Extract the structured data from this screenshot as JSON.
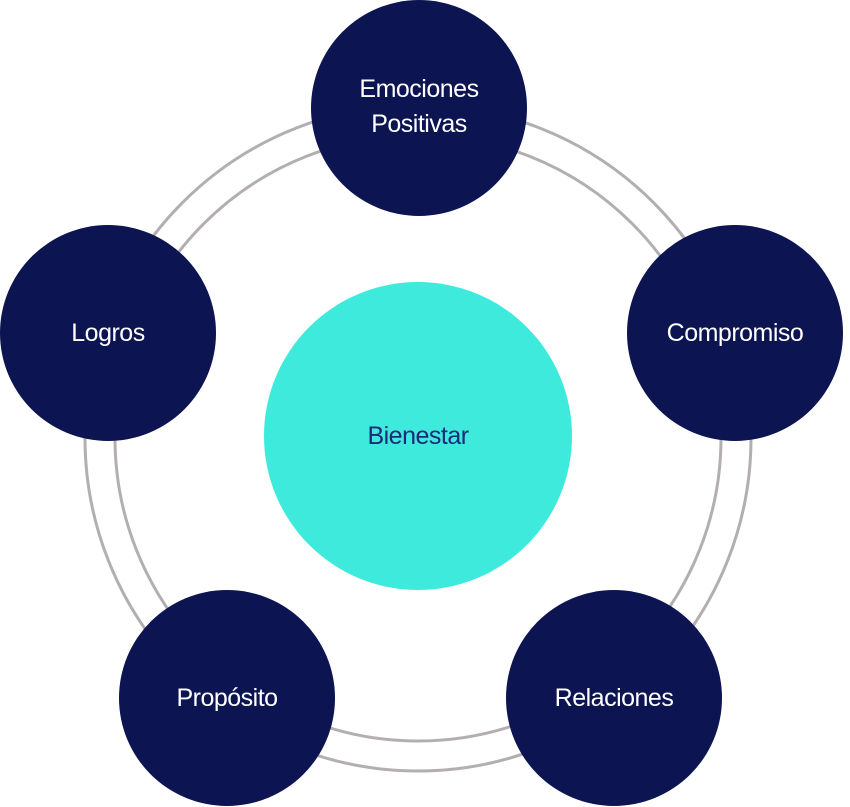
{
  "colors": {
    "node_fill": "#0c1452",
    "center_fill": "#3eeadc",
    "center_text": "#1d2a7a",
    "ring_stroke": "#b3aeb2"
  },
  "center": {
    "label": "Bienestar"
  },
  "nodes": [
    {
      "id": "emociones-positivas",
      "lines": [
        "Emociones",
        "Positivas"
      ]
    },
    {
      "id": "compromiso",
      "lines": [
        "Compromiso"
      ]
    },
    {
      "id": "relaciones",
      "lines": [
        "Relaciones"
      ]
    },
    {
      "id": "proposito",
      "lines": [
        "Propósito"
      ]
    },
    {
      "id": "logros",
      "lines": [
        "Logros"
      ]
    }
  ]
}
